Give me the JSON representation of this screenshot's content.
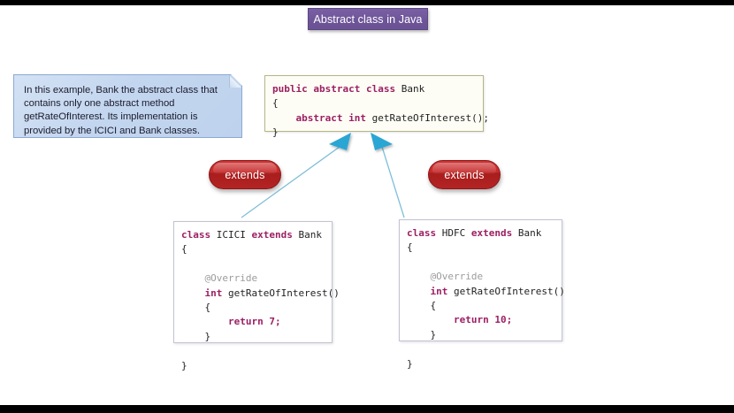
{
  "slide": {
    "title": "Abstract class in Java",
    "background_color": "#ffffff",
    "title_color": "#6f5699"
  },
  "callout": {
    "text": "In this example, Bank the abstract class that contains only one abstract method getRateOfInterest. Its implementation is provided by the ICICI and Bank classes.",
    "fill_color": "#c3d6ef",
    "border_color": "#8ba9d3"
  },
  "parent_class": {
    "name": "Bank",
    "border_color": "#b5b58a",
    "lines": {
      "l1_kw1": "public abstract class ",
      "l1_name": "Bank",
      "l2": "{",
      "l3_kw": "    abstract int ",
      "l3_sig": "getRateOfInterest();",
      "l4": "}"
    }
  },
  "child_left": {
    "name": "ICICI",
    "return_value": "7",
    "border_color": "#c3c3d4",
    "lines": {
      "l1_kw1": "class ",
      "l1_name": "ICICI ",
      "l1_kw2": "extends ",
      "l1_parent": "Bank",
      "l2": "{",
      "l3": "",
      "l4_anno": "    @Override",
      "l5_kw": "    int ",
      "l5_sig": "getRateOfInterest()",
      "l6": "    {",
      "l7_kw": "        return ",
      "l7_val": "7;",
      "l8": "    }",
      "l9": "",
      "l10": "}"
    }
  },
  "child_right": {
    "name": "HDFC",
    "return_value": "10",
    "border_color": "#c3c3d4",
    "lines": {
      "l1_kw1": "class ",
      "l1_name": "HDFC ",
      "l1_kw2": "extends ",
      "l1_parent": "Bank",
      "l2": "{",
      "l3": "",
      "l4_anno": "    @Override",
      "l5_kw": "    int ",
      "l5_sig": "getRateOfInterest()",
      "l6": "    {",
      "l7_kw": "        return ",
      "l7_val": "10;",
      "l8": "    }",
      "l9": "",
      "l10": "}"
    }
  },
  "relationships": [
    {
      "label": "extends",
      "from": "ICICI",
      "to": "Bank"
    },
    {
      "label": "extends",
      "from": "HDFC",
      "to": "Bank"
    }
  ],
  "pill_color": "#c62b2b",
  "arrow_color": "#29a8d8"
}
